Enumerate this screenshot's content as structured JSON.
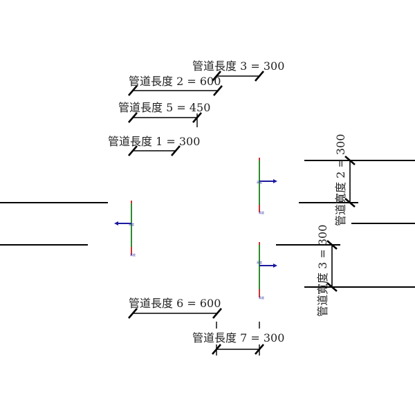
{
  "dimensions": {
    "lengths": [
      {
        "id": "len1",
        "label": "管道長度 1 = 300"
      },
      {
        "id": "len2",
        "label": "管道長度 2 = 600"
      },
      {
        "id": "len3",
        "label": "管道長度 3 = 300"
      },
      {
        "id": "len5",
        "label": "管道長度 5 = 450"
      },
      {
        "id": "len6",
        "label": "管道長度 6 = 600"
      },
      {
        "id": "len7",
        "label": "管道長度 7 = 300"
      }
    ],
    "widths": [
      {
        "id": "wid2",
        "label": "管道寬度 2 = 300"
      },
      {
        "id": "wid3",
        "label": "管道寬度 3 = 300"
      }
    ]
  },
  "symbols": {
    "tag_text": "高度"
  },
  "colors": {
    "line": "#000000",
    "symbol_green": "#2e8b2e",
    "symbol_red": "#c83232",
    "arrow_blue": "#1a1aa0"
  }
}
